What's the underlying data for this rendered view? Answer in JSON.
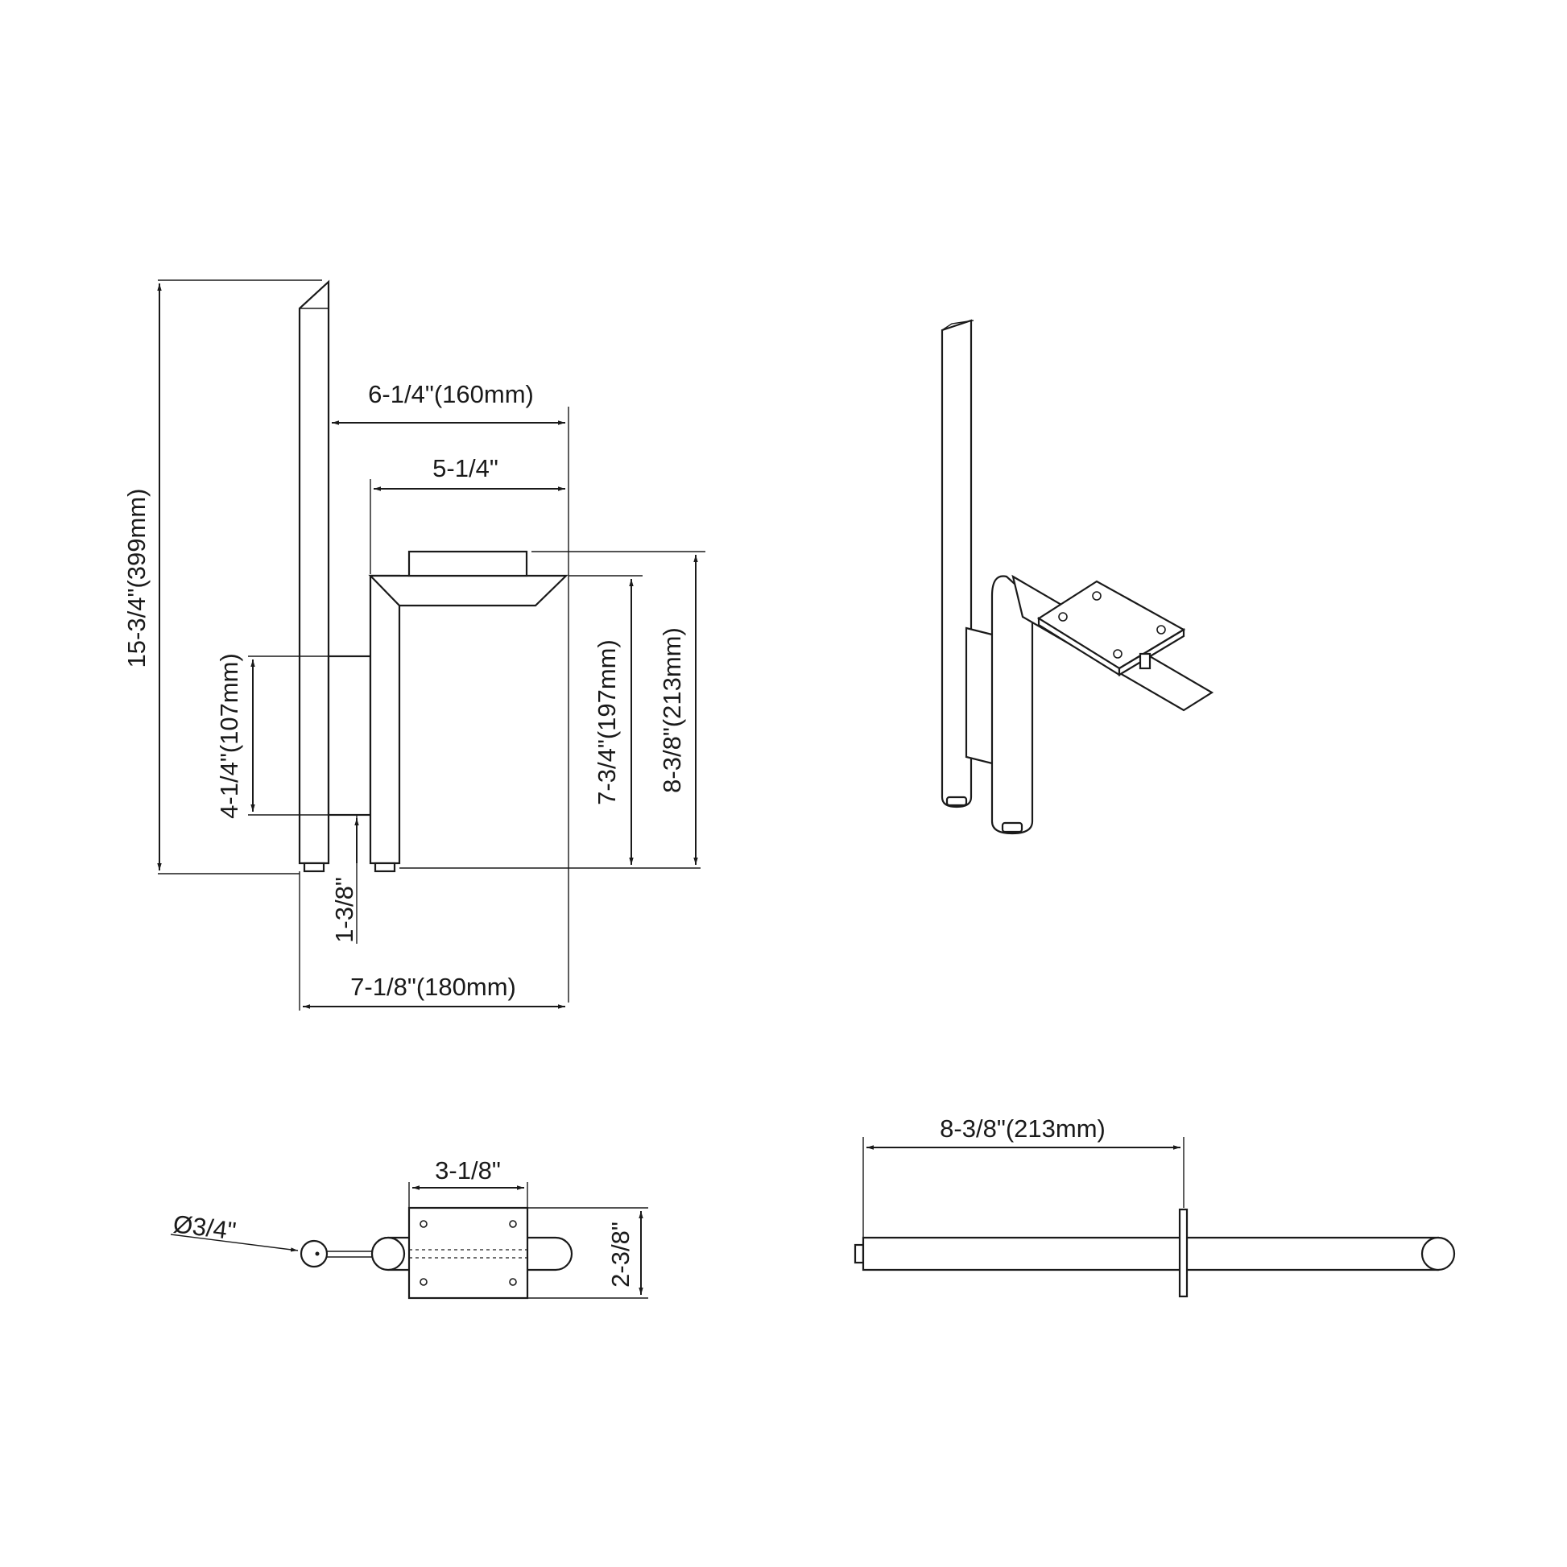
{
  "dimensions": {
    "overall_height": "15-3/4\"(399mm)",
    "arm_reach": "6-1/4\"(160mm)",
    "holder_width": "5-1/4\"",
    "backplate_height": "4-1/4\"(107mm)",
    "holder_height": "7-3/4\"(197mm)",
    "total_projection_height": "8-3/8\"(213mm)",
    "tube_offset": "1-3/8\"",
    "overall_width": "7-1/8\"(180mm)",
    "plate_width": "3-1/8\"",
    "tube_diameter": "Ø3/4\"",
    "plate_height": "2-3/8\"",
    "top_view_length": "8-3/8\"(213mm)"
  },
  "colors": {
    "line": "#1a1a1a",
    "background": "#ffffff"
  }
}
